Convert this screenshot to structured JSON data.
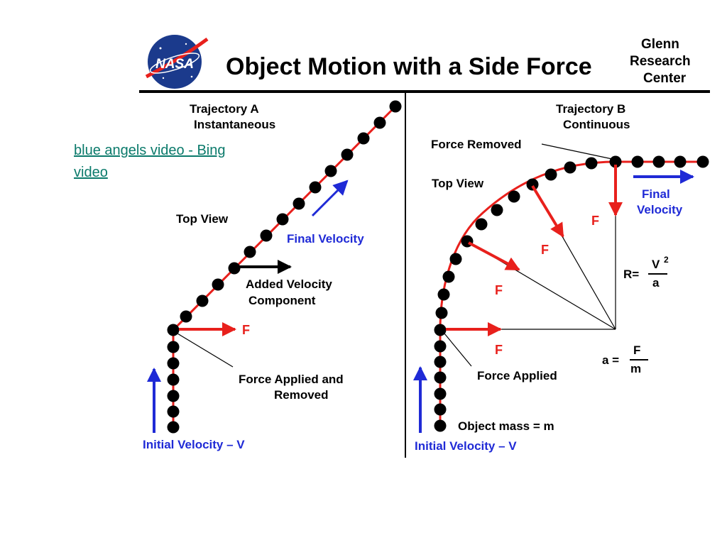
{
  "header": {
    "logo_text": "NASA",
    "title": "Object  Motion  with a Side Force",
    "center_line1": "Glenn",
    "center_line2": "Research",
    "center_line3": "Center"
  },
  "link": {
    "text": "blue angels video - Bing video"
  },
  "panel_a": {
    "heading_line1": "Trajectory   A",
    "heading_line2": "Instantaneous",
    "top_view": "Top  View",
    "final_velocity": "Final  Velocity",
    "added_line1": "Added  Velocity",
    "added_line2": "Component",
    "force_symbol": "F",
    "force_applied_line1": "Force Applied  and",
    "force_applied_line2": "Removed",
    "initial_velocity": "Initial  Velocity – V"
  },
  "panel_b": {
    "heading_line1": "Trajectory   B",
    "heading_line2": "Continuous",
    "force_removed": "Force Removed",
    "top_view": "Top  View",
    "final_line1": "Final",
    "final_line2": "Velocity",
    "force_symbol": "F",
    "radius_eq_lhs": "R=",
    "radius_num": "V",
    "radius_exp": "2",
    "radius_den": "a",
    "accel_lhs": "a  =",
    "accel_num": "F",
    "accel_den": "m",
    "force_applied": "Force  Applied",
    "object_mass": "Object mass = m",
    "initial_velocity": "Initial  Velocity – V"
  },
  "colors": {
    "path": "#e8201c",
    "dot": "#000000",
    "force": "#e8201c",
    "velocity": "#1f2ad6",
    "logo": "#1b3a8c",
    "link": "#0b7a6b"
  }
}
